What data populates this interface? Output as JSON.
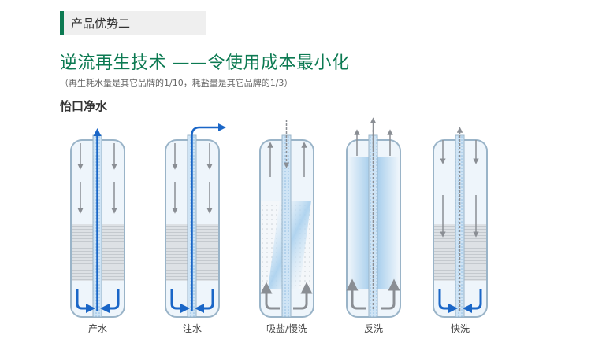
{
  "section": {
    "title": "产品优势二"
  },
  "headline": {
    "main": "逆流再生技术",
    "dash": "——",
    "tail": "令使用成本最小化"
  },
  "subnote": "（再生耗水量是其它品牌的1/10，耗盐量是其它品牌的1/3）",
  "brand": "怡口净水",
  "stages": [
    {
      "label": "产水"
    },
    {
      "label": "注水"
    },
    {
      "label": "吸盐/慢洗"
    },
    {
      "label": "反洗"
    },
    {
      "label": "快洗"
    }
  ],
  "colors": {
    "accent": "#0c7a52",
    "blue_flow": "#1a66c7",
    "grey_flow": "#8a8e94",
    "tank_outline": "#9ab4c8",
    "tank_fill": "#eef5fb",
    "resin": "#dde1e5"
  }
}
